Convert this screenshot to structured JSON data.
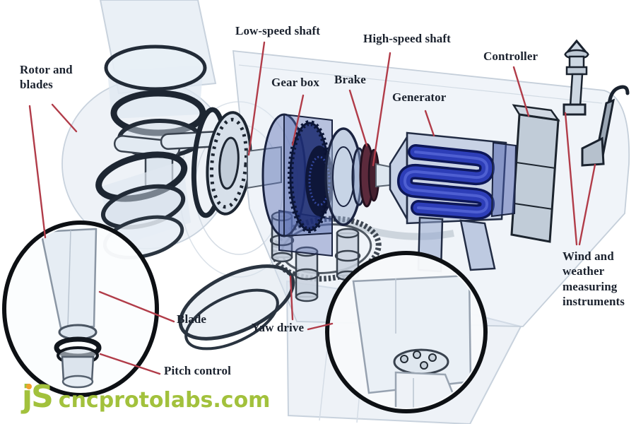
{
  "colors": {
    "leader_line": "#b13c49",
    "label_text": "#1b222e",
    "logo_green": "#a2c13c",
    "logo_orange": "#f2a12e",
    "winding_blue": "#2d3eb8",
    "wireframe_dark": "#222b37",
    "body_light_blue": "#e8eef5"
  },
  "labels": {
    "rotor_and_blades": "Rotor and blades",
    "low_speed_shaft": "Low-speed shaft",
    "gear_box": "Gear box",
    "brake": "Brake",
    "high_speed_shaft": "High-speed shaft",
    "generator": "Generator",
    "controller": "Controller",
    "wind_instruments": "Wind and weather measuring instruments",
    "blade": "Blade",
    "pitch_control": "Pitch control",
    "yaw_drive": "Yaw drive"
  },
  "watermark": {
    "initials": "jS",
    "site": "cncprotolabs.com"
  }
}
